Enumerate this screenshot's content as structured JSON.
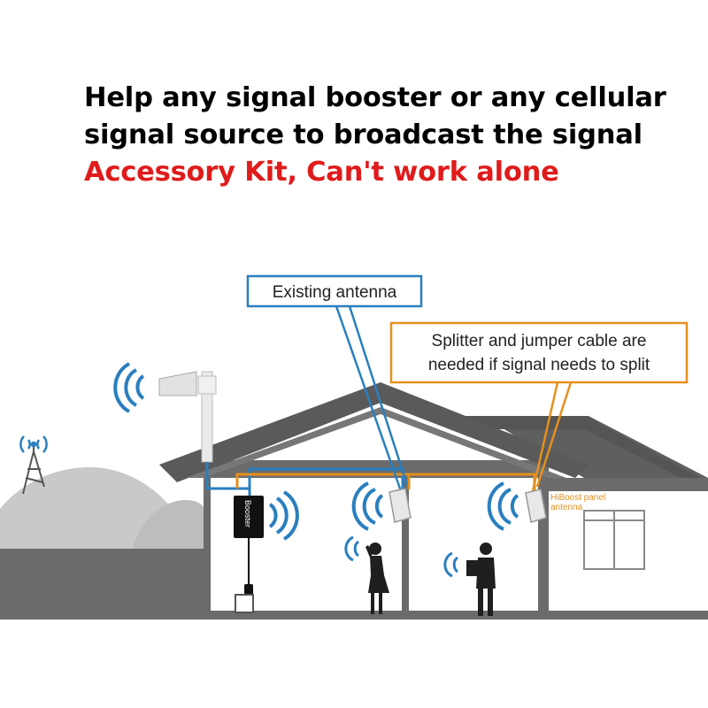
{
  "headline": {
    "line1": "Help any signal booster or any cellular",
    "line2": "signal source to broadcast the signal",
    "line3": "Accessory Kit, Can't work alone"
  },
  "callouts": {
    "existing_antenna": "Existing antenna",
    "splitter_line1": "Splitter and jumper cable are",
    "splitter_line2": "needed if signal needs to split"
  },
  "labels": {
    "booster": "Booster",
    "panel_line1": "HiBoost panel",
    "panel_line2": "antenna"
  },
  "colors": {
    "accent_red": "#e01b1b",
    "cable_blue": "#2a7fbf",
    "cable_orange": "#e5901e",
    "house_gray": "#6b6b6b"
  }
}
